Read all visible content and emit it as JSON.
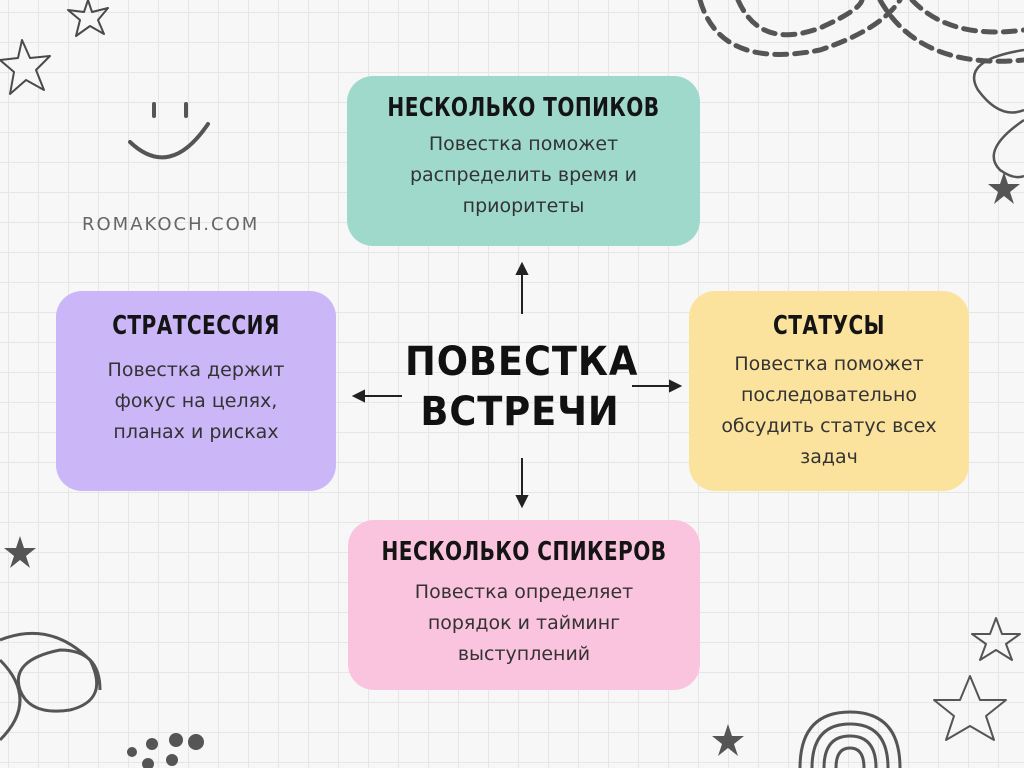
{
  "brand": "ROMAKOCH.COM",
  "center": {
    "line1": "ПОВЕСТКА",
    "line2": "ВСТРЕЧИ"
  },
  "cards": {
    "top": {
      "title": "НЕСКОЛЬКО ТОПИКОВ",
      "lines": [
        "Повестка поможет",
        "распределить время и",
        "приоритеты"
      ],
      "color": "#9ed9cc"
    },
    "left": {
      "title": "СТРАТСЕССИЯ",
      "lines": [
        "Повестка держит",
        "фокус на целях,",
        "планах и рисках"
      ],
      "color": "#cbb6f7"
    },
    "right": {
      "title": "СТАТУСЫ",
      "lines": [
        "Повестка поможет",
        "последовательно",
        "обсудить статус всех",
        "задач"
      ],
      "color": "#fce39d"
    },
    "bottom": {
      "title": "НЕСКОЛЬКО СПИКЕРОВ",
      "lines": [
        "Повестка определяет",
        "порядок и тайминг",
        "выступлений"
      ],
      "color": "#fbc4de"
    }
  }
}
